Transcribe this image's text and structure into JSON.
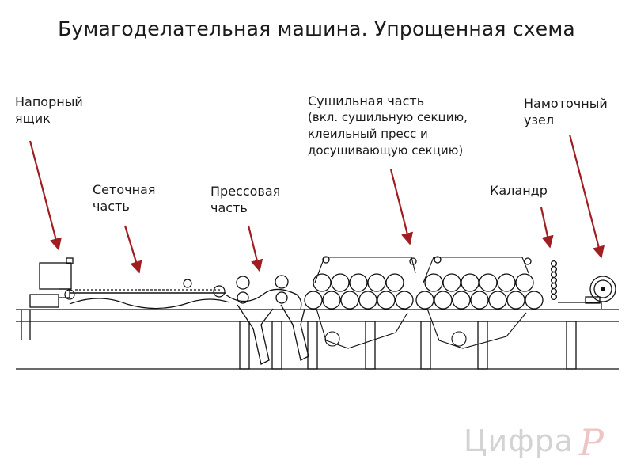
{
  "title": "Бумагоделательная машина. Упрощенная схема",
  "labels": {
    "headbox": [
      "Напорный",
      "ящик"
    ],
    "wire": [
      "Сеточная",
      "часть"
    ],
    "press": [
      "Прессовая",
      "часть"
    ],
    "dryer": {
      "heading": "Сушильная часть",
      "details": [
        "(вкл. сушильную секцию,",
        "клеильный пресс и",
        "досушивающую секцию)"
      ]
    },
    "calender": [
      "Каландр"
    ],
    "reel": [
      "Намоточный",
      "узел"
    ]
  },
  "logo": {
    "text": "Цифра",
    "mark": "Р"
  },
  "colors": {
    "arrow": "#a01e22",
    "line": "#111111",
    "logo": "#d3d3d3"
  }
}
